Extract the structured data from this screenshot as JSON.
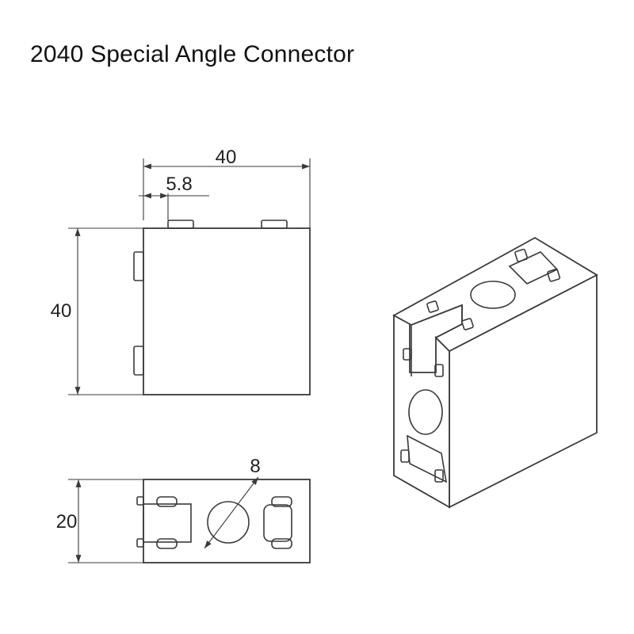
{
  "title": "2040 Special Angle Connector",
  "dimensions": {
    "width": "40",
    "tab_width": "5.8",
    "height": "40",
    "depth": "20",
    "hole_diameter": "8"
  },
  "colors": {
    "line": "#3a3a3a",
    "text": "#222222",
    "background": "#ffffff"
  }
}
